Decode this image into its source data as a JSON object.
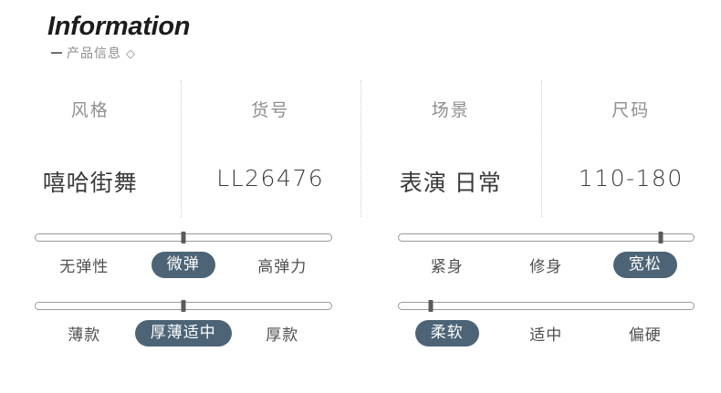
{
  "header": {
    "title": "Information",
    "subtitle": "产品信息",
    "diamond_icon": "◇",
    "dash_icon": "—"
  },
  "spec_table": {
    "columns": [
      {
        "label": "风格",
        "value": "嘻哈街舞",
        "latin": false
      },
      {
        "label": "货号",
        "value": "LL26476",
        "latin": true
      },
      {
        "label": "场景",
        "value": "表演 日常",
        "latin": false
      },
      {
        "label": "尺码",
        "value": "110-180",
        "latin": true
      }
    ]
  },
  "sliders": [
    {
      "name": "elasticity",
      "thumb_percent": 50,
      "options": [
        {
          "label": "无弹性",
          "selected": false
        },
        {
          "label": "微弹",
          "selected": true
        },
        {
          "label": "高弹力",
          "selected": false
        }
      ]
    },
    {
      "name": "fit",
      "thumb_percent": 89,
      "options": [
        {
          "label": "紧身",
          "selected": false
        },
        {
          "label": "修身",
          "selected": false
        },
        {
          "label": "宽松",
          "selected": true
        }
      ]
    },
    {
      "name": "thickness",
      "thumb_percent": 50,
      "options": [
        {
          "label": "薄款",
          "selected": false
        },
        {
          "label": "厚薄适中",
          "selected": true
        },
        {
          "label": "厚款",
          "selected": false
        }
      ]
    },
    {
      "name": "softness",
      "thumb_percent": 11,
      "options": [
        {
          "label": "柔软",
          "selected": true
        },
        {
          "label": "适中",
          "selected": false
        },
        {
          "label": "偏硬",
          "selected": false
        }
      ]
    }
  ],
  "colors": {
    "selected_pill": "#4d6477",
    "label_gray": "#8f8f8f",
    "value_dark": "#3a3a3a",
    "track_border": "#9a9a9a"
  }
}
